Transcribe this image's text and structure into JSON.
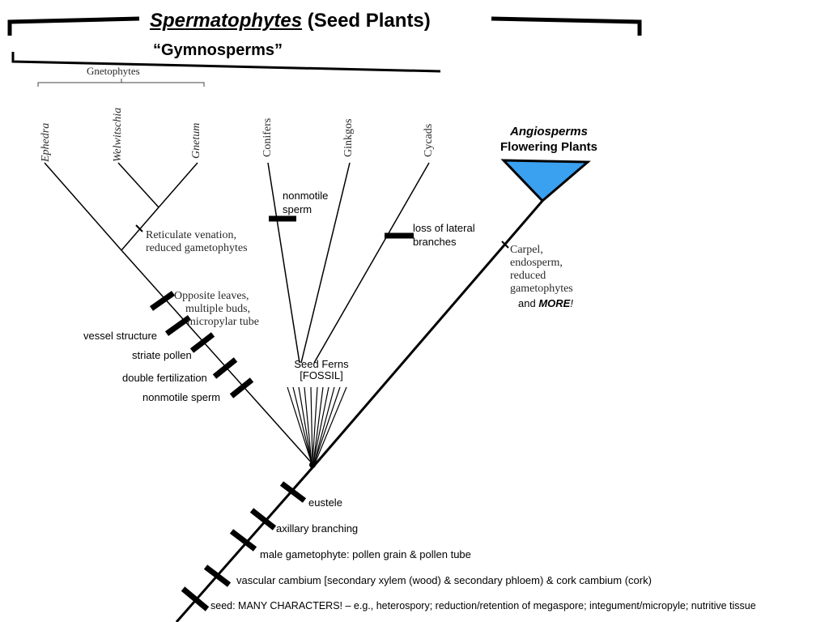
{
  "title": {
    "emphasis": "Spermatophytes",
    "rest": "(Seed Plants)"
  },
  "subtitle": "“Gymnosperms”",
  "gnetophytes_label": "Gnetophytes",
  "taxa": {
    "ephedra": "Ephedra",
    "welwitschia": "Welwitschia",
    "gnetum": "Gnetum",
    "conifers": "Conifers",
    "ginkgos": "Ginkgos",
    "cycads": "Cycads"
  },
  "angiosperms": {
    "name": "Angiosperms",
    "common": "Flowering Plants",
    "color": "#3aa0f0"
  },
  "labels": {
    "nonmotile_sperm_conifer": [
      "nonmotile",
      "sperm"
    ],
    "loss_lateral": [
      "loss of lateral",
      "branches"
    ],
    "reticulate": [
      "Reticulate venation,",
      "reduced gametophytes"
    ],
    "opposite": [
      "Opposite leaves,",
      "multiple buds,",
      "micropylar tube"
    ],
    "vessel": "vessel structure",
    "striate": "striate pollen",
    "double_fert": "double fertilization",
    "nonmotile_sperm": "nonmotile sperm",
    "seed_ferns": [
      "Seed Ferns",
      "[FOSSIL]"
    ],
    "carpel": [
      "Carpel,",
      "endosperm,",
      "reduced",
      "gametophytes"
    ],
    "and_more": {
      "prefix": "and ",
      "bold": "MORE",
      "suffix": "!"
    },
    "eustele": "eustele",
    "axillary": "axillary branching",
    "male_gam": "male gametophyte: pollen grain & pollen tube",
    "vascular": "vascular cambium [secondary xylem (wood) & secondary phloem) & cork cambium (cork)",
    "seed": "seed: MANY CHARACTERS! – e.g., heterospory; reduction/retention of megaspore; integument/micropyle; nutritive tissue"
  }
}
